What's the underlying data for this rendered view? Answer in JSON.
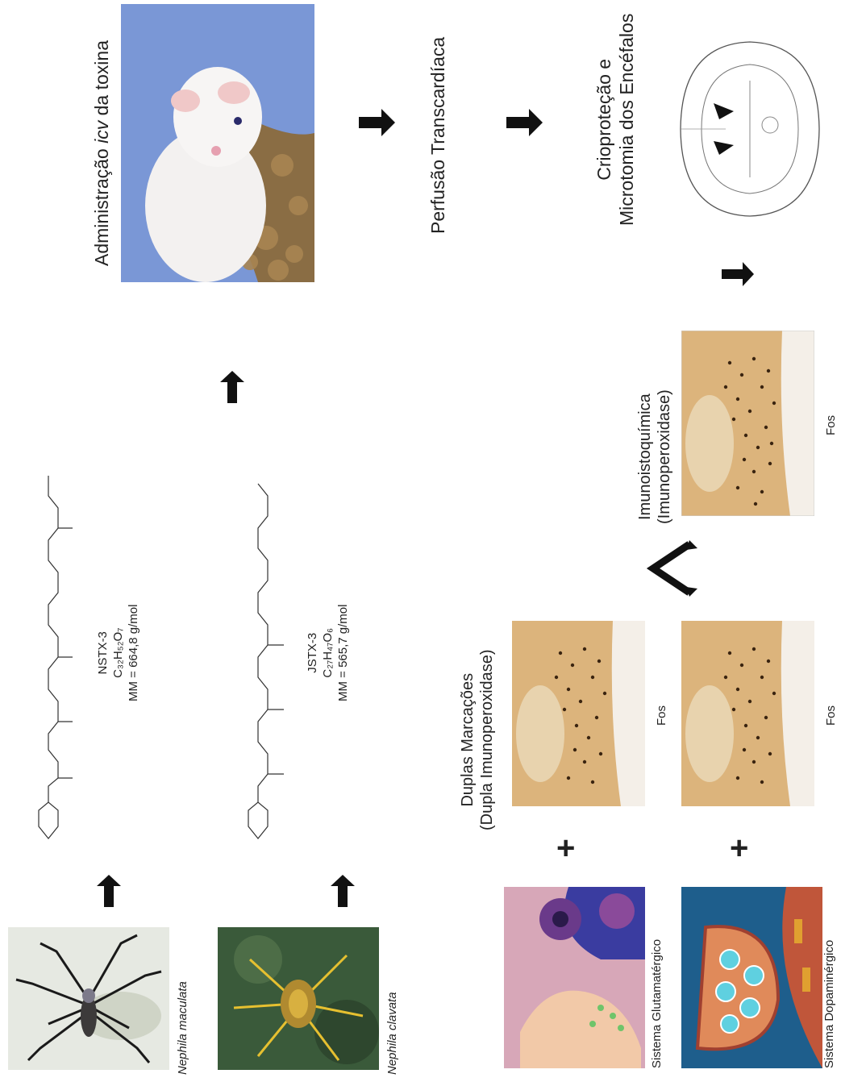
{
  "step_administration": {
    "prefix": "Administração ",
    "italic": "icv",
    "suffix": " da toxina"
  },
  "step_perfusion": "Perfusão Transcardíaca",
  "step_cryo": {
    "line1": "Crioproteção e",
    "line2": "Microtomia dos Encéfalos"
  },
  "step_ihc": {
    "line1": "Imunoistoquímica",
    "line2": "(Imunoperoxidase)"
  },
  "step_double": {
    "line1": "Duplas Marcações",
    "line2": "(Dupla Imunoperoxidase)"
  },
  "spider_1": "Nephila maculata",
  "spider_2": "Nephila clavata",
  "toxin_1": {
    "name": "NSTX-3",
    "formula": "C₃₂H₅₂O₇",
    "mass": "MM = 664,8 g/mol"
  },
  "toxin_2": {
    "name": "JSTX-3",
    "formula": "C₂₇H₄₇O₆",
    "mass": "MM = 565,7 g/mol"
  },
  "fos_label": "Fos",
  "plus": "+",
  "system_1": "Sistema Glutamatérgico",
  "system_2": "Sistema Dopaminérgico",
  "colors": {
    "fos_tissue": "#d9b27a",
    "fos_dark": "#3a2410",
    "glutamate_bg": "#d7a7b8",
    "dopamine_bg": "#1e5e8c"
  }
}
